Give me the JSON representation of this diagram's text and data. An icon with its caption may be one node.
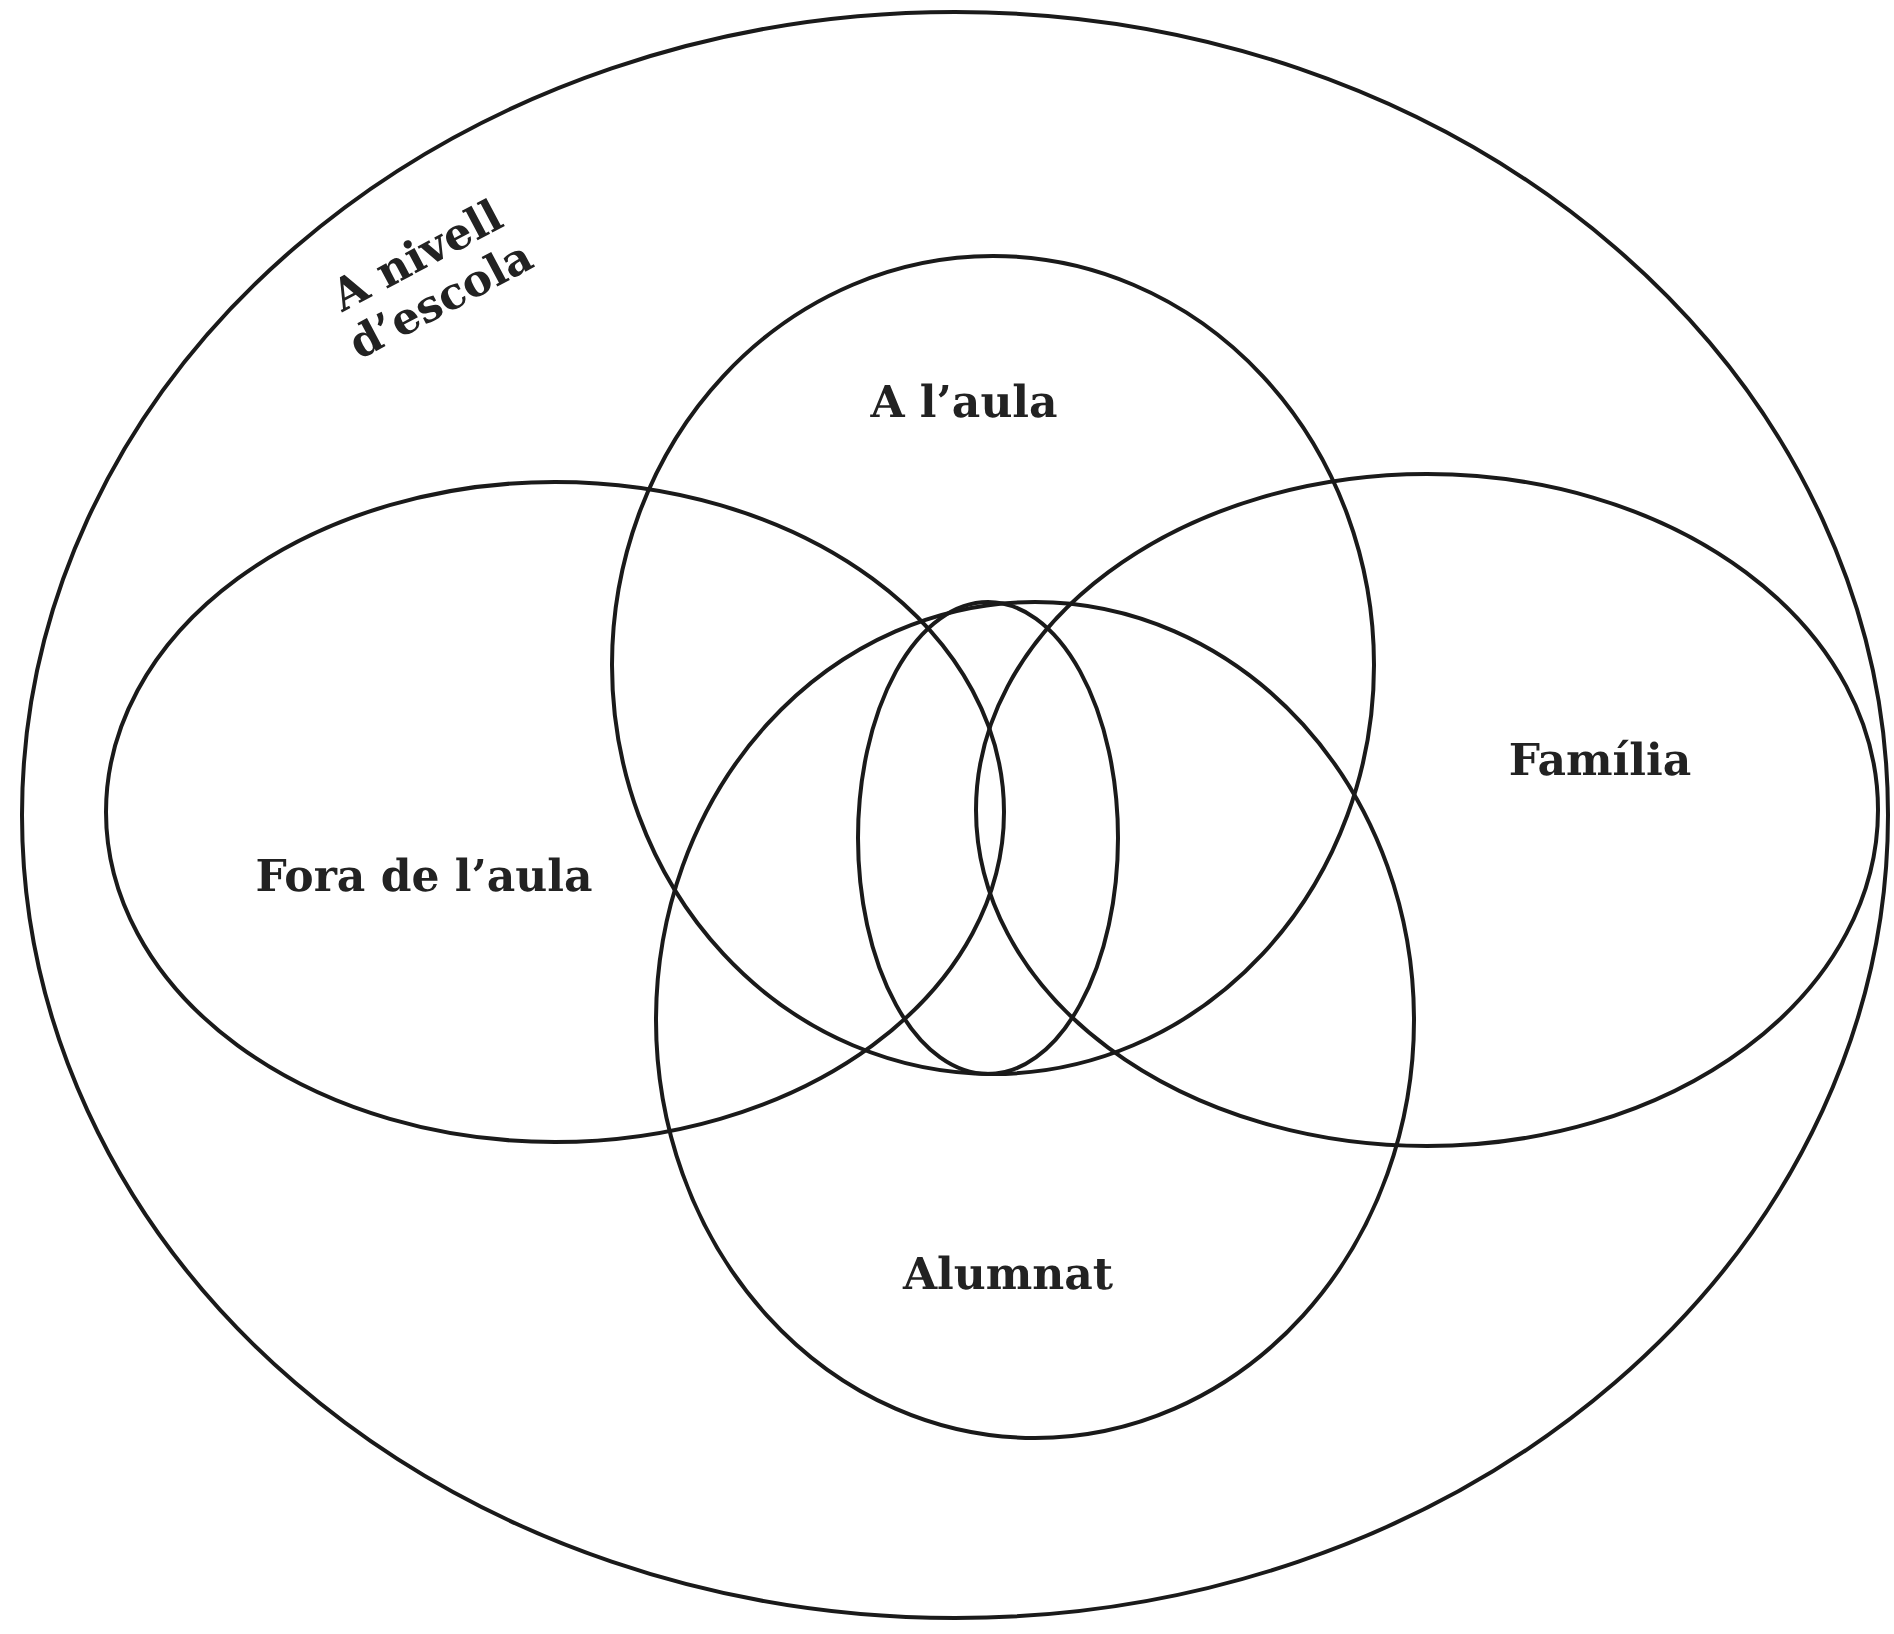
{
  "diagram": {
    "nodes": [
      {
        "text": [
          "A nivell d’escola"
        ]
      },
      {
        "text": [
          "A l’aula"
        ],
        "in": 0
      },
      {
        "text": [
          "Fora de l’aula"
        ],
        "in": 0
      },
      {
        "text": [
          "Família"
        ],
        "in": 0
      },
      {
        "text": [],
        "shape": "circle"
      },
      {
        "text": [
          "Alumnat"
        ],
        "in": 0
      }
    ]
  }
}
